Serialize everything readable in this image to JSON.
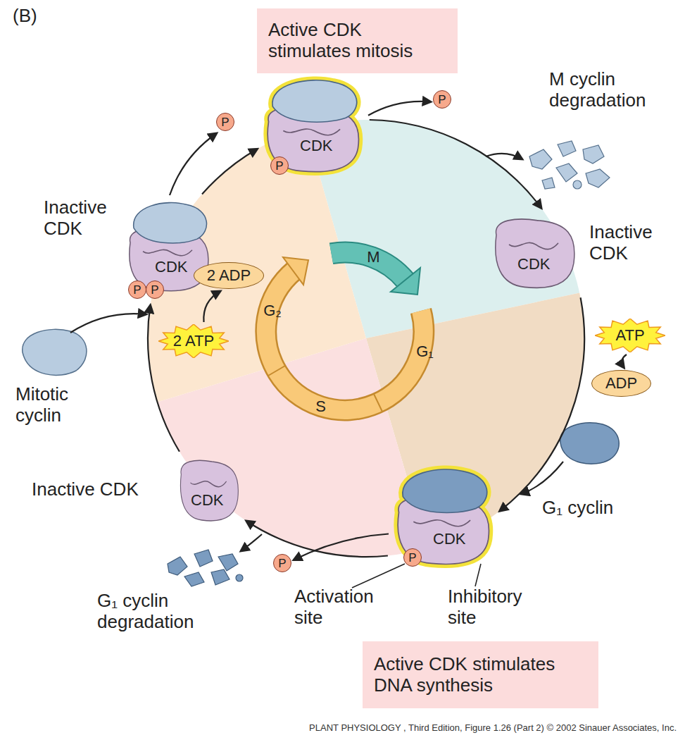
{
  "diagram": {
    "caption": "PLANT PHYSIOLOGY , Third Edition, Figure 1.26 (Part 2) © 2002 Sinauer Associates, Inc.",
    "nodes": [
      {
        "text": [
          "Active CDK stimulates mitosis"
        ]
      },
      {
        "text": [
          "Inactive CDK",
          "CDK"
        ]
      },
      {
        "text": [
          "P"
        ],
        "in": 1
      },
      {
        "text": [
          "P"
        ],
        "in": 1
      },
      {
        "text": [
          "P"
        ]
      },
      {
        "text": [
          "CDK"
        ]
      },
      {
        "text": [
          "P"
        ],
        "in": 5
      },
      {
        "text": [
          "P"
        ]
      },
      {
        "text": [
          "Inactive CDK",
          "CDK"
        ]
      },
      {
        "text": [
          "ATP"
        ]
      },
      {
        "text": [
          "ADP"
        ]
      },
      {
        "text": [
          "M"
        ]
      },
      {
        "text": [
          "G₂"
        ]
      },
      {
        "text": [
          "S"
        ]
      },
      {
        "text": [
          "G₁"
        ]
      },
      {
        "text": [
          "2 ADP"
        ]
      },
      {
        "text": [
          "2 ATP"
        ]
      },
      {
        "text": [
          "Inactive CDK",
          "CDK"
        ]
      },
      {
        "text": [
          "CDK"
        ]
      },
      {
        "text": [
          "P"
        ],
        "in": 18
      },
      {
        "text": [
          "P"
        ]
      },
      {
        "text": [
          "Active CDK stimulates DNA synthesis"
        ]
      }
    ],
    "edges": [
      {
        "from": 1,
        "to": 5,
        "arrow": "to"
      },
      {
        "from": 5,
        "to": 8,
        "arrow": "to"
      },
      {
        "from": 8,
        "to": 18,
        "arrow": "to"
      },
      {
        "from": 18,
        "to": 17,
        "arrow": "to"
      },
      {
        "from": 17,
        "to": 1,
        "arrow": "to"
      },
      {
        "from": 1,
        "to": 4,
        "arrow": "to"
      },
      {
        "from": 5,
        "to": 7,
        "arrow": "to"
      },
      {
        "from": 18,
        "to": 20,
        "arrow": "to"
      },
      {
        "from": 9,
        "to": 10,
        "arrow": "to"
      },
      {
        "from": 16,
        "to": 15,
        "arrow": "to"
      }
    ],
    "labels": [
      "(B)",
      "M cyclin degradation",
      "Mitotic cyclin",
      "G₁ cyclin",
      "G₁ cyclin degradation",
      "Activation site",
      "Inhibitory site"
    ]
  }
}
